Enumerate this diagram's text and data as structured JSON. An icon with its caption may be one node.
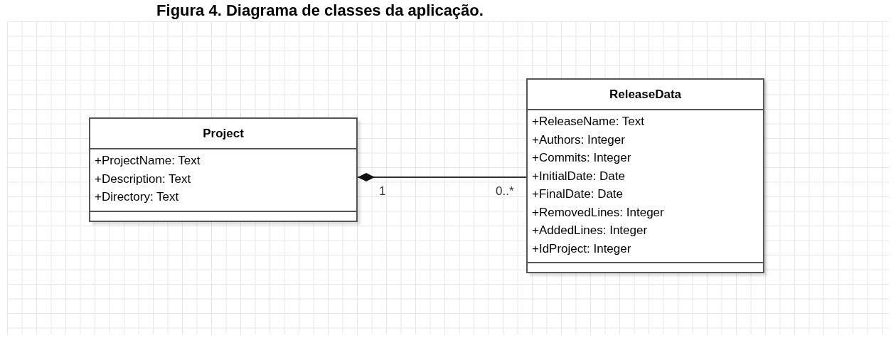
{
  "diagram": {
    "title": "Figura 4. Diagrama de classes da aplicação.",
    "nodes": [
      {
        "text": [
          "Project",
          "+ProjectName: Text",
          "+Description: Text",
          "+Directory: Text"
        ]
      },
      {
        "text": [
          "ReleaseData",
          "+ReleaseName: Text",
          "+Authors: Integer",
          "+Commits: Integer",
          "+InitialDate: Date",
          "+FinalDate: Date",
          "+RemovedLines: Integer",
          "+AddedLines: Integer",
          "+IdProject: Integer"
        ]
      }
    ],
    "edges": [
      {
        "from": 0,
        "to": 1,
        "arrow": "other"
      }
    ],
    "labels": [
      "1",
      "0..*"
    ]
  }
}
